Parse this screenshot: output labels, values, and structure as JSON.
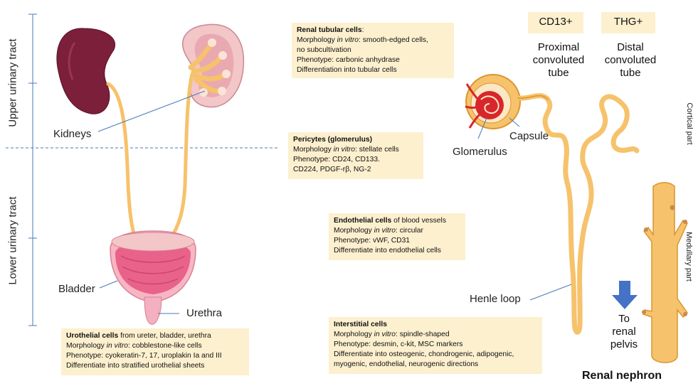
{
  "tract": {
    "upper": "Upper urinary tract",
    "lower": "Lower urinary tract"
  },
  "organs": {
    "kidneys": "Kidneys",
    "bladder": "Bladder",
    "urethra": "Urethra"
  },
  "boxes": {
    "urothelial": {
      "title": "Urothelial cells",
      "title_rest": " from ureter, bladder, urethra",
      "morph_prefix": "Morphology ",
      "morph_italic": "in vitro",
      "morph_rest": ": cobblestone-like cells",
      "phenotype": "Phenotype: cyokeratin-7, 17, uroplakin Ia and III",
      "differentiation": "Differentiate into stratified urothelial sheets"
    },
    "renal_tubular": {
      "title": "Renal tubular cells",
      "title_rest": ":",
      "morph_prefix": "Morphology ",
      "morph_italic": "in vitro",
      "morph_rest": ": smooth-edged cells,",
      "morph_line2": "no subcultivation",
      "phenotype": "Phenotype: carbonic anhydrase",
      "differentiation": "Differentiation into tubular cells"
    },
    "pericytes": {
      "title": "Pericytes (glomerulus)",
      "morph_prefix": "Morphology ",
      "morph_italic": "in vitro",
      "morph_rest": ": stellate cells",
      "phenotype": "Phenotype:  CD24, CD133.",
      "phenotype_line2": "CD224, PDGF-rβ, NG-2"
    },
    "endothelial": {
      "title": "Endothelial cells",
      "title_rest": " of blood vessels",
      "morph_prefix": "Morphology ",
      "morph_italic": "in vitro",
      "morph_rest": ": circular",
      "phenotype": "Phenotype: vWF, CD31",
      "differentiation": "Differentiate into endothelial cells"
    },
    "interstitial": {
      "title": "Interstitial cells",
      "morph_prefix": "Morphology ",
      "morph_italic": "in vitro",
      "morph_rest": ": spindle-shaped",
      "phenotype": "Phenotype: desmin, c-kit, MSC markers",
      "differentiation": "Differentiate into osteogenic, chondrogenic, adipogenic,",
      "differentiation_line2": "myogenic, endothelial, neurogenic directions"
    }
  },
  "nephron": {
    "cd13": "CD13+",
    "thg": "THG+",
    "proximal": [
      "Proximal",
      "convoluted",
      "tube"
    ],
    "distal": [
      "Distal",
      "convoluted",
      "tube"
    ],
    "cortical": "Cortical part",
    "medullary": "Medullary part",
    "capsule": "Capsule",
    "glomerulus": "Glomerulus",
    "henle": "Henle loop",
    "pelvis": [
      "To",
      "renal",
      "pelvis"
    ],
    "title": "Renal nephron"
  },
  "colors": {
    "box_fill": "#fdf0cf",
    "kidney_dark": "#7b1f3a",
    "tube": "#f6c26b",
    "bladder": "#e8628a",
    "arrow": "#4472c4",
    "guide_line": "#4a78b8"
  }
}
